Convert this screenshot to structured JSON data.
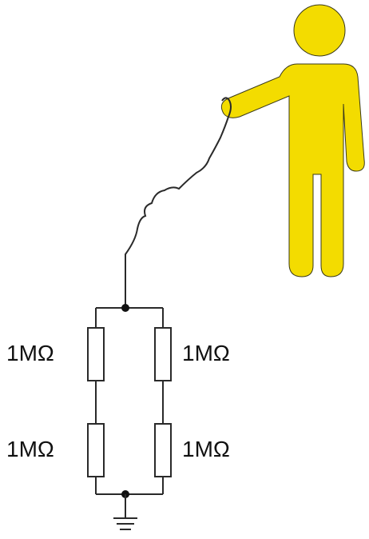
{
  "resistors": {
    "top_left": "1MΩ",
    "top_right": "1MΩ",
    "bottom_left": "1MΩ",
    "bottom_right": "1MΩ"
  },
  "colors": {
    "person_fill": "#f3dc00",
    "person_outline": "#3a3a1a",
    "wire": "#2a2a2a",
    "node": "#111111"
  },
  "icons": [
    "person-figure",
    "ground-symbol",
    "resistor-symbol"
  ]
}
